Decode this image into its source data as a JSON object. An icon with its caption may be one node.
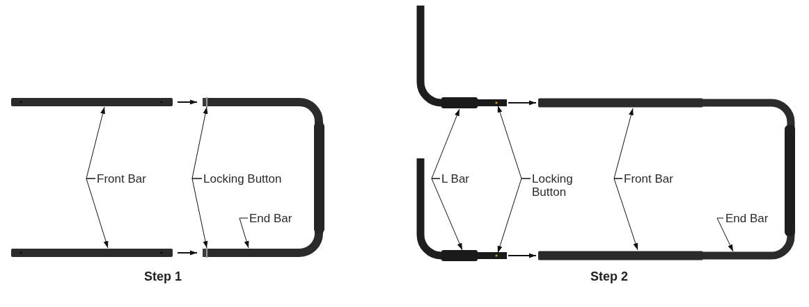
{
  "diagram": {
    "nodes": [
      {
        "text": [],
        "shape": "bar"
      },
      {
        "text": [],
        "shape": "bar"
      },
      {
        "text": [],
        "shape": "bar"
      },
      {
        "text": [],
        "shape": "box",
        "in": 2
      },
      {
        "text": [],
        "shape": "box",
        "in": 2
      },
      {
        "text": [
          "Front Bar"
        ]
      },
      {
        "text": [
          "Locking Button"
        ],
        "in": 2
      },
      {
        "text": [
          "End Bar"
        ],
        "in": 2
      },
      {
        "text": [],
        "shape": "bar"
      },
      {
        "text": [],
        "shape": "bar"
      },
      {
        "text": [],
        "shape": "box"
      },
      {
        "text": [],
        "shape": "box"
      },
      {
        "text": [],
        "shape": "bar"
      },
      {
        "text": [],
        "shape": "bar"
      },
      {
        "text": [],
        "shape": "bar"
      },
      {
        "text": [
          "L Bar"
        ],
        "in": 9
      },
      {
        "text": [
          "Locking Button"
        ]
      },
      {
        "text": [
          "Front Bar"
        ]
      },
      {
        "text": [
          "End Bar"
        ],
        "in": 14
      }
    ],
    "edges": [
      {
        "from": 5,
        "to": 0,
        "arrow": "to"
      },
      {
        "from": 5,
        "to": 1,
        "arrow": "to"
      },
      {
        "from": 6,
        "to": 3,
        "arrow": "to"
      },
      {
        "from": 6,
        "to": 4,
        "arrow": "to"
      },
      {
        "from": 7,
        "to": 2,
        "arrow": "to"
      },
      {
        "from": 0,
        "to": 2,
        "arrow": "to"
      },
      {
        "from": 1,
        "to": 2,
        "arrow": "to"
      },
      {
        "from": 15,
        "to": 8,
        "arrow": "to"
      },
      {
        "from": 15,
        "to": 9,
        "arrow": "to"
      },
      {
        "from": 16,
        "to": 10,
        "arrow": "to"
      },
      {
        "from": 16,
        "to": 11,
        "arrow": "to"
      },
      {
        "from": 17,
        "to": 12,
        "arrow": "to"
      },
      {
        "from": 17,
        "to": 13,
        "arrow": "to"
      },
      {
        "from": 18,
        "to": 14,
        "arrow": "to"
      },
      {
        "from": 10,
        "to": 12,
        "arrow": "to"
      },
      {
        "from": 11,
        "to": 13,
        "arrow": "to"
      }
    ],
    "labels": [
      "Step 1",
      "Step 2"
    ]
  }
}
